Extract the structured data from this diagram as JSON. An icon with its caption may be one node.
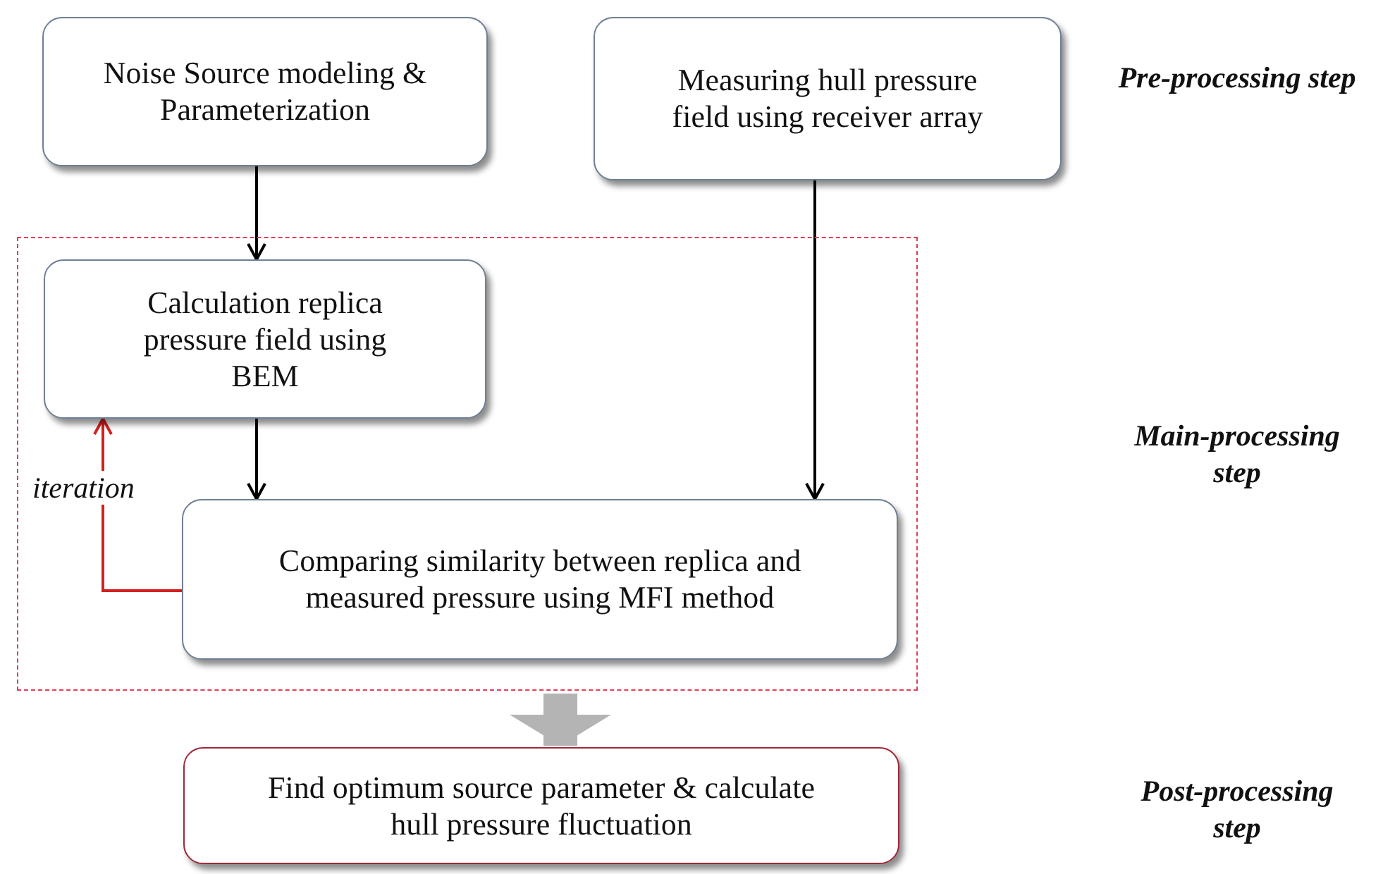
{
  "diagram": {
    "nodes": [
      {
        "text": [
          "Noise Source modeling & Parameterization"
        ]
      },
      {
        "text": [
          "Measuring hull pressure field using receiver array"
        ]
      },
      {
        "text": [],
        "shape": "box"
      },
      {
        "text": [
          "Calculation replica pressure field using BEM"
        ],
        "in": 2
      },
      {
        "text": [
          "Comparing similarity between replica and measured pressure using MFI method"
        ],
        "in": 2
      },
      {
        "text": [
          "Find optimum source parameter & calculate hull pressure fluctuation"
        ]
      }
    ],
    "edges": [
      {
        "from": 0,
        "to": 3,
        "arrow": "to"
      },
      {
        "from": 1,
        "to": 4,
        "arrow": "to"
      },
      {
        "from": 3,
        "to": 4,
        "arrow": "to"
      },
      {
        "from": 4,
        "to": 3,
        "arrow": "to",
        "label": "iteration",
        "color": "#d42020"
      },
      {
        "from": 2,
        "to": 5,
        "arrow": "to",
        "style": "thick",
        "color": "#b4b4b4"
      }
    ],
    "labels": [
      "Pre-processing step",
      "Main-processing step",
      "Post-processing step"
    ]
  }
}
